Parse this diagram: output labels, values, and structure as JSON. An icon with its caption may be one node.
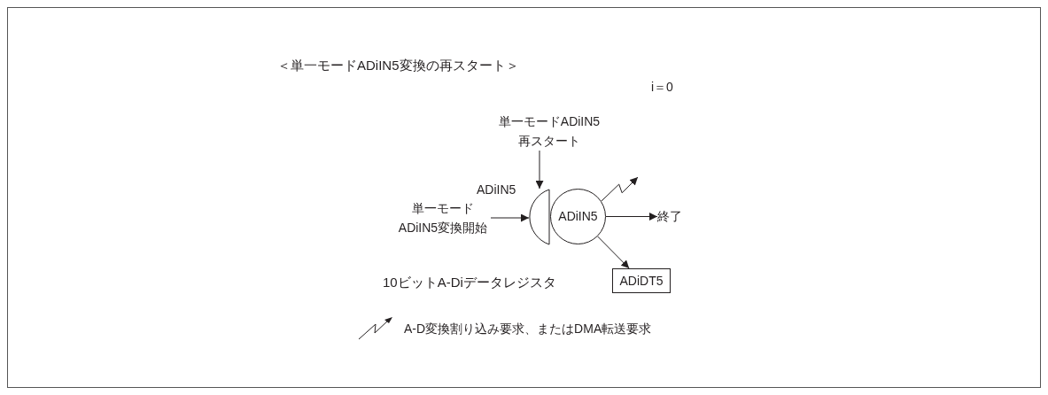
{
  "diagram": {
    "title": "＜単一モードADiIN5変換の再スタート＞",
    "nodes": [
      {
        "text": [
          "単一モードADiIN5再スタート"
        ]
      },
      {
        "text": [
          "単一モードADiIN5変換開始"
        ]
      },
      {
        "text": [
          "ADiIN5"
        ]
      },
      {
        "text": [
          "ADiIN5"
        ]
      },
      {
        "text": [
          "終了"
        ]
      },
      {
        "text": [
          "ADiDT5"
        ]
      }
    ],
    "edges": [
      {
        "from": 0,
        "to": 2,
        "arrow": "to"
      },
      {
        "from": 1,
        "to": 2,
        "arrow": "to"
      },
      {
        "from": 3,
        "to": 4,
        "arrow": "to"
      },
      {
        "from": 3,
        "to": 5,
        "arrow": "to"
      },
      {
        "from": 3,
        "to": null,
        "arrow": "to"
      }
    ],
    "labels": [
      "i＝0",
      "10ビットA-Diデータレジスタ"
    ],
    "legend": [
      {
        "text": "A-D変換割り込み要求、またはDMA転送要求"
      }
    ]
  }
}
